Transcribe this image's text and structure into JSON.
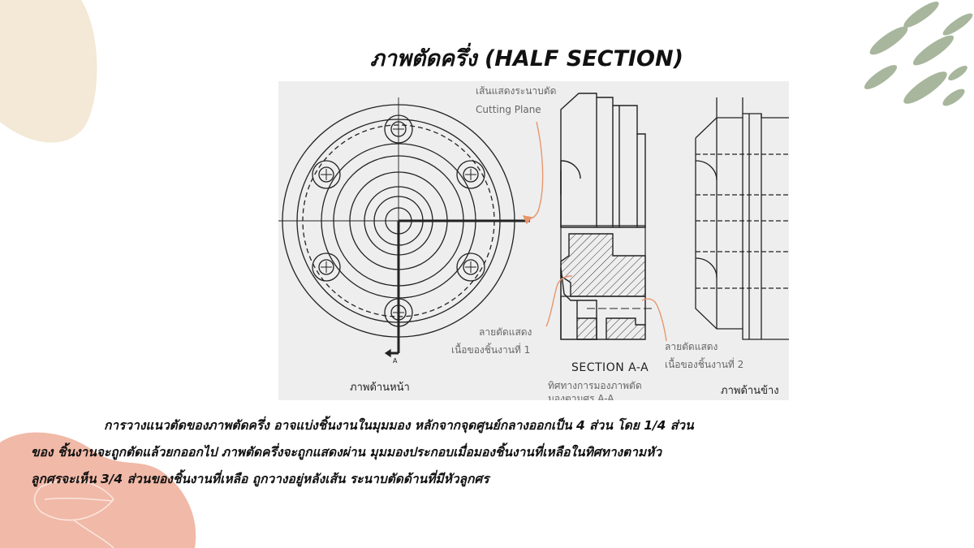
{
  "slide": {
    "title": "ภาพตัดครึ่ง (HALF SECTION)",
    "colors": {
      "background": "#ffffff",
      "blob_cream": "#f4e8d6",
      "blob_salmon": "#f1b9a8",
      "leaf_green": "#a7b69c",
      "figure_bg": "#eeeeee",
      "annotation_line": "#e8956b"
    }
  },
  "figure": {
    "labels": {
      "cutting_plane_th": "เส้นแสดงระนาบตัด",
      "cutting_plane_en": "Cutting Plane",
      "hatch_1_line1": "ลายตัดแสดง",
      "hatch_1_line2": "เนื้อของชิ้นงานที่ 1",
      "hatch_2_line1": "ลายตัดแสดง",
      "hatch_2_line2": "เนื้อของชิ้นงานที่ 2",
      "section_title": "SECTION A-A",
      "front_view": "ภาพด้านหน้า",
      "viewing_dir_line1": "ทิศทางการมองภาพตัด",
      "viewing_dir_line2": "มองตามศร A-A",
      "side_view": "ภาพด้านข้าง",
      "arrow_letter": "A"
    }
  },
  "body": {
    "line1": "การวางแนวตัดของภาพตัดครึ่ง อาจแบ่งชิ้นงานในมุมมอง หลักจากจุดศูนย์กลางออกเป็น 4 ส่วน โดย 1/4 ส่วน",
    "line2": "ของ ชิ้นงานจะถูกตัดแล้วยกออกไป ภาพตัดครึ่งจะถูกแสดงผ่าน มุมมองประกอบเมื่อมองชิ้นงานที่เหลือในทิศทางตามหัว",
    "line3": "ลูกศรจะเห็น 3/4 ส่วนของชิ้นงานที่เหลือ ถูกวางอยู่หลังเส้น ระนาบตัดด้านที่มีหัวลูกศร"
  }
}
